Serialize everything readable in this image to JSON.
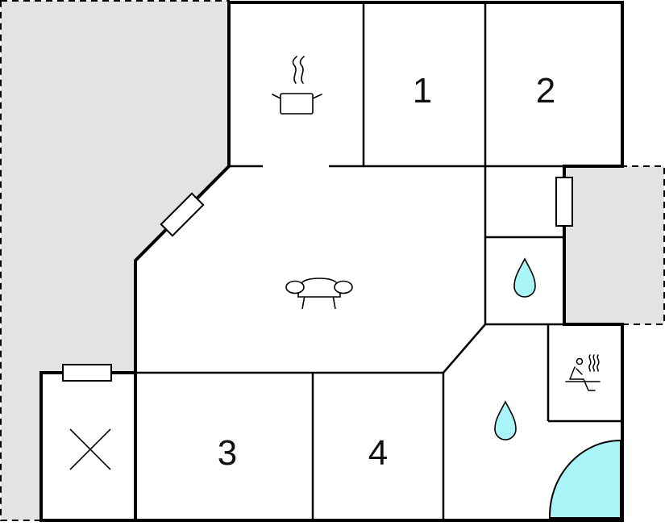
{
  "plan": {
    "colors": {
      "outdoor": "#e3e3e3",
      "wall": "#000000",
      "water": "#aaf3f7",
      "background": "#ffffff"
    },
    "rooms": {
      "bedroom_1": {
        "label": "1"
      },
      "bedroom_2": {
        "label": "2"
      },
      "bedroom_3": {
        "label": "3"
      },
      "bedroom_4": {
        "label": "4"
      }
    },
    "icons": {
      "kitchen": "cooking-pot-icon",
      "living_room": "sofa-icon",
      "bathroom_upper": "water-drop-icon",
      "bathroom_lower": "water-drop-icon",
      "sauna": "sauna-icon",
      "utility": "cross-mark-icon",
      "hot_tub": "hot-tub-icon"
    }
  }
}
